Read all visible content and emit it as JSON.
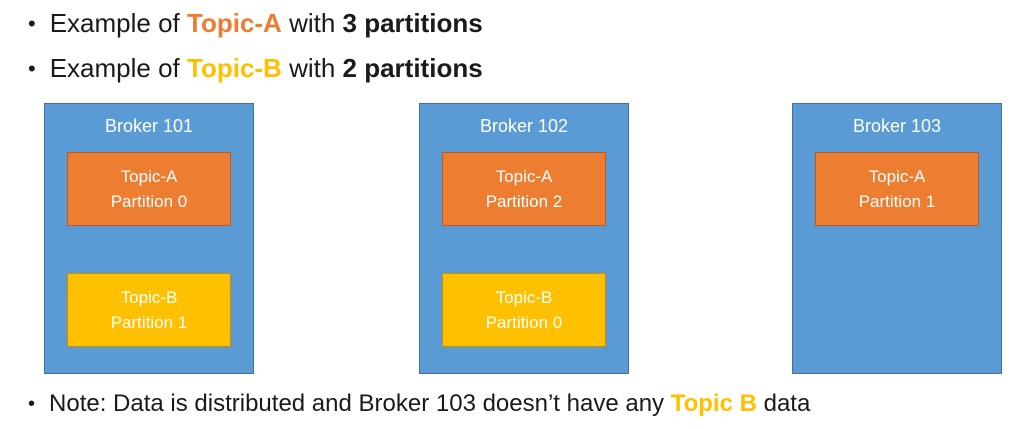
{
  "bullets": [
    {
      "prefix": "Example of ",
      "topic": "Topic-A",
      "middle": " with ",
      "emphasis": "3 partitions"
    },
    {
      "prefix": "Example of ",
      "topic": "Topic-B",
      "middle": " with ",
      "emphasis": "2 partitions"
    }
  ],
  "bullet_glyph": "•",
  "brokers": [
    {
      "title": "Broker 101",
      "partitions": [
        {
          "topic": "Topic-A",
          "partition": "Partition 0"
        },
        {
          "topic": "Topic-B",
          "partition": "Partition 1"
        }
      ]
    },
    {
      "title": "Broker 102",
      "partitions": [
        {
          "topic": "Topic-A",
          "partition": "Partition 2"
        },
        {
          "topic": "Topic-B",
          "partition": "Partition 0"
        }
      ]
    },
    {
      "title": "Broker 103",
      "partitions": [
        {
          "topic": "Topic-A",
          "partition": "Partition 1"
        }
      ]
    }
  ],
  "note": {
    "prefix": "Note: Data is distributed and Broker 103 doesn’t have any ",
    "highlight": "Topic B",
    "suffix": " data"
  },
  "colors": {
    "background": "#ffffff",
    "text": "#1a1a1a",
    "box_text": "#ffffff",
    "topic_a_accent": "#ED7D31",
    "topic_b_accent": "#FFC000",
    "broker_fill": "#5B9BD5",
    "broker_border": "#41719C",
    "topic_a_fill": "#ED7D31",
    "topic_a_border": "#BC5B21",
    "topic_b_fill": "#FFC000",
    "topic_b_border": "#BF9000"
  }
}
